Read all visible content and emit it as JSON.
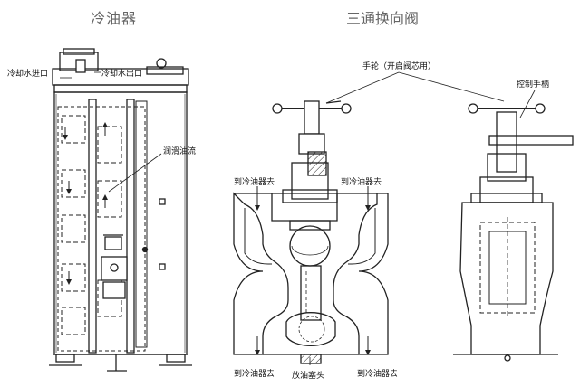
{
  "titles": {
    "cooler": "冷油器",
    "valve": "三通换向阀"
  },
  "labels": {
    "cooling_water_in": "冷却水进口",
    "cooling_water_out": "冷却水出口",
    "lube_oil_flow": "润滑油流",
    "handwheel": "手轮（开启阀芯用）",
    "control_handle": "控制手柄",
    "to_cooler_top_left": "到冷油器去",
    "to_cooler_top_right": "到冷油器去",
    "to_cooler_bottom_left": "到冷油器去",
    "to_cooler_bottom_right": "到冷油器去",
    "drain_plug": "放油塞头"
  }
}
